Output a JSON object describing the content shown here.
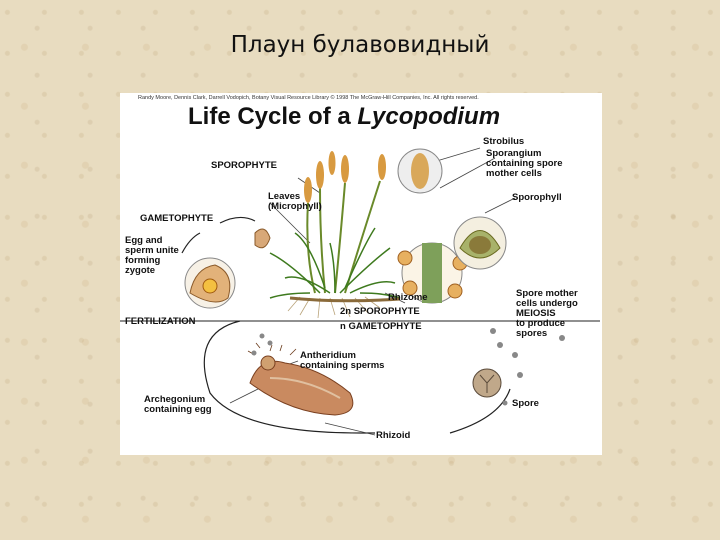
{
  "slide": {
    "title": "Плаун булавовидный"
  },
  "figure": {
    "credit": "Randy Moore, Dennis Clark, Darrell Vodopich, Botany Visual Resource Library © 1998 The McGraw-Hill Companies, Inc. All rights reserved.",
    "title_prefix": "Life Cycle of a ",
    "title_genus": "Lycopodium",
    "labels": {
      "strobilus": "Strobilus",
      "sporangium": "Sporangium\ncontaining spore\nmother cells",
      "sporophyll": "Sporophyll",
      "sporophyte": "SPOROPHYTE",
      "leaves": "Leaves\n(Microphyll)",
      "gametophyte": "GAMETOPHYTE",
      "egg_sperm": "Egg and\nsperm unite\nforming\nzygote",
      "rhizome": "Rhizome",
      "sporophyte_2n": "2n SPOROPHYTE",
      "gametophyte_n": "n GAMETOPHYTE",
      "fertilization": "FERTILIZATION",
      "meiosis": "Spore mother\ncells undergo\nMEIOSIS\nto produce\nspores",
      "antheridium": "Antheridium\ncontaining sperms",
      "archegonium": "Archegonium\ncontaining egg",
      "spore": "Spore",
      "rhizoid": "Rhizoid"
    }
  }
}
